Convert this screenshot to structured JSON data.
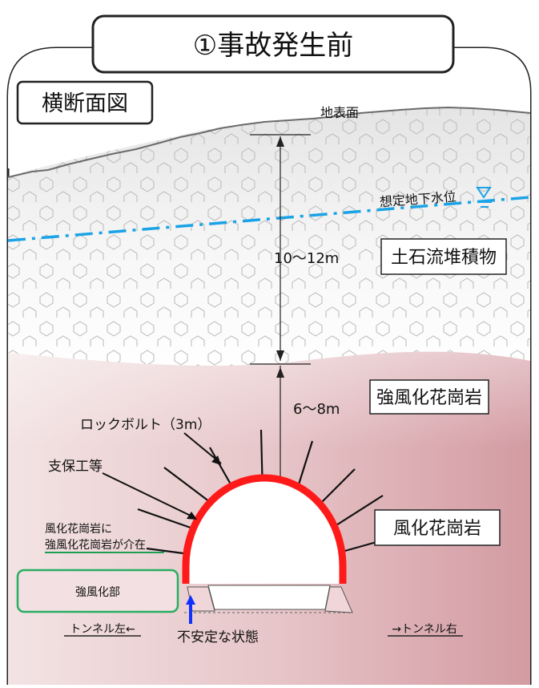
{
  "title": "①事故発生前",
  "subtitle": "横断面図",
  "labels": {
    "ground_surface": "地表面",
    "groundwater": "想定地下水位",
    "depth_upper": "10～12m",
    "depth_lower": "6～8m",
    "layer_debris": "土石流堆積物",
    "layer_strongly_weathered": "強風化花崗岩",
    "layer_weathered": "風化花崗岩",
    "rock_bolt": "ロックボルト（3m）",
    "support": "支保工等",
    "note_line1": "風化花崗岩に",
    "note_line2": "強風化花崗岩が介在",
    "weak_zone": "強風化部",
    "tunnel_left": "トンネル左←",
    "tunnel_right": "→トンネル右",
    "unstable": "不安定な状態"
  },
  "colors": {
    "lining": "#ff1a1a",
    "groundwater_line": "#1aa3e6",
    "weak_zone_border": "#27ae60",
    "unstable_arrow": "#1030ff",
    "note_underline": "#1e9e55",
    "rock": "#d9a3a8"
  }
}
